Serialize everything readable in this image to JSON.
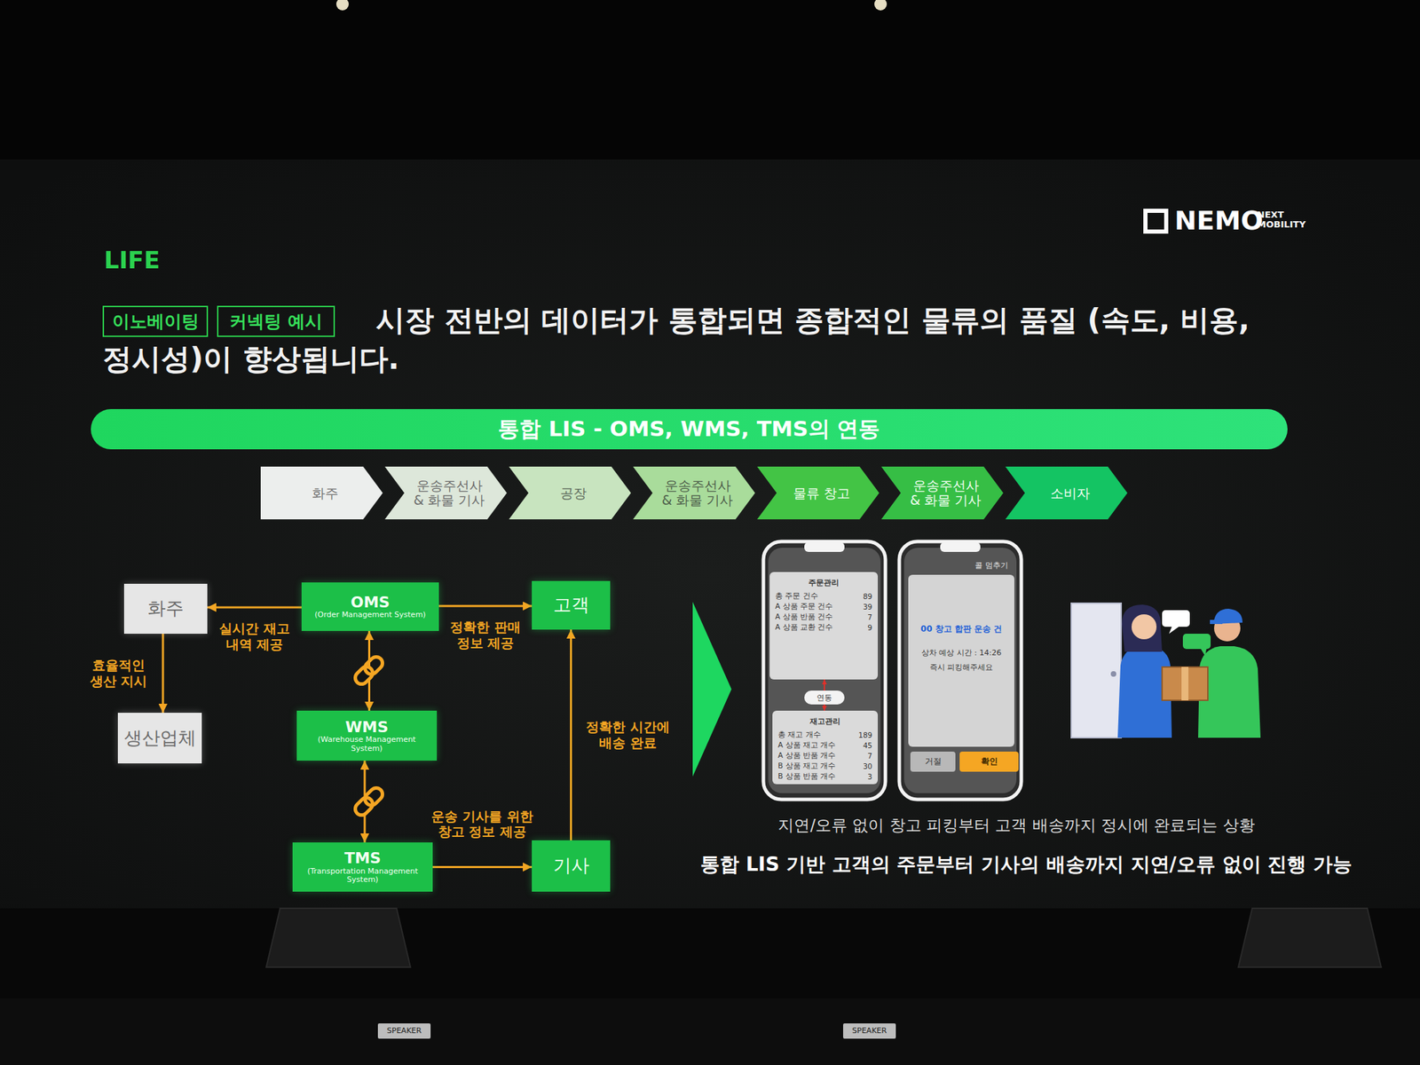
{
  "diagram": {
    "title": "시장 전반의 데이터가 통합되면 종합적인 물류의 품질 (속도, 비용, 정시성)이 향상됩니다.",
    "caption": "통합 LIS 기반 고객의 주문부터 기사의 배송까지 지연/오류 없이 진행 가능",
    "nodes": [
      {
        "text": [
          "이노베이팅"
        ]
      },
      {
        "text": [
          "커넥팅 예시"
        ]
      },
      {
        "text": [
          "통합 LIS - OMS, WMS, TMS의 연동"
        ]
      },
      {
        "text": [
          "화주"
        ]
      },
      {
        "text": [
          "운송주선사 & 화물 기사"
        ]
      },
      {
        "text": [
          "공장"
        ]
      },
      {
        "text": [
          "운송주선사 & 화물 기사"
        ]
      },
      {
        "text": [
          "물류 창고"
        ]
      },
      {
        "text": [
          "운송주선사 & 화물 기사"
        ]
      },
      {
        "text": [
          "소비자"
        ]
      },
      {
        "text": [
          "화주"
        ]
      },
      {
        "text": [
          "OMS",
          "(Order Management System)"
        ]
      },
      {
        "text": [
          "고객"
        ]
      },
      {
        "text": [
          "생산업체"
        ]
      },
      {
        "text": [
          "WMS",
          "(Warehouse Management System)"
        ]
      },
      {
        "text": [
          "TMS",
          "(Transportation Management System)"
        ]
      },
      {
        "text": [
          "기사"
        ]
      },
      {
        "text": [
          "주문관리",
          "총 주문 건수",
          "89",
          "A 상품 주문 건수",
          "39",
          "A 상품 반품 건수",
          "7",
          "A 상품 교환 건수",
          "9"
        ]
      },
      {
        "text": [
          "연동"
        ]
      },
      {
        "text": [
          "재고관리",
          "총 재고 개수",
          "189",
          "A 상품 재고 개수",
          "45",
          "A 상품 반품 개수",
          "7",
          "B 상품 재고 개수",
          "30",
          "B 상품 반품 개수",
          "3"
        ]
      },
      {
        "text": [
          "00 창고 합판 운송 건",
          "상차 예상 시간 : 14:26",
          "즉시 피킹해주세요"
        ]
      },
      {
        "text": [
          "거절"
        ]
      },
      {
        "text": [
          "확인"
        ]
      }
    ],
    "edges": [
      {
        "from": 11,
        "to": 10,
        "arrow": "to",
        "label": "실시간 재고 내역 제공"
      },
      {
        "from": 11,
        "to": 12,
        "arrow": "to",
        "label": "정확한 판매 정보 제공"
      },
      {
        "from": 10,
        "to": 13,
        "arrow": "to",
        "label": "효율적인 생산 지시"
      },
      {
        "from": 11,
        "to": 14,
        "arrow": "both"
      },
      {
        "from": 14,
        "to": 15,
        "arrow": "both"
      },
      {
        "from": 15,
        "to": 16,
        "arrow": "to",
        "label": "운송 기사를 위한 창고 정보 제공"
      },
      {
        "from": 16,
        "to": 12,
        "arrow": "to",
        "label": "정확한 시간에 배송 완료"
      },
      {
        "from": 18,
        "to": 17,
        "arrow": "to"
      },
      {
        "from": 18,
        "to": 19,
        "arrow": "to"
      }
    ],
    "labels": [
      "LIFE",
      "NEMO",
      "NEXT MOBILITY",
      "콜 멈추기",
      "지연/오류 없이 창고 피킹부터 고객 배송까지 정시에 완료되는 상황",
      "SPEAKER",
      "SPEAKER"
    ]
  }
}
